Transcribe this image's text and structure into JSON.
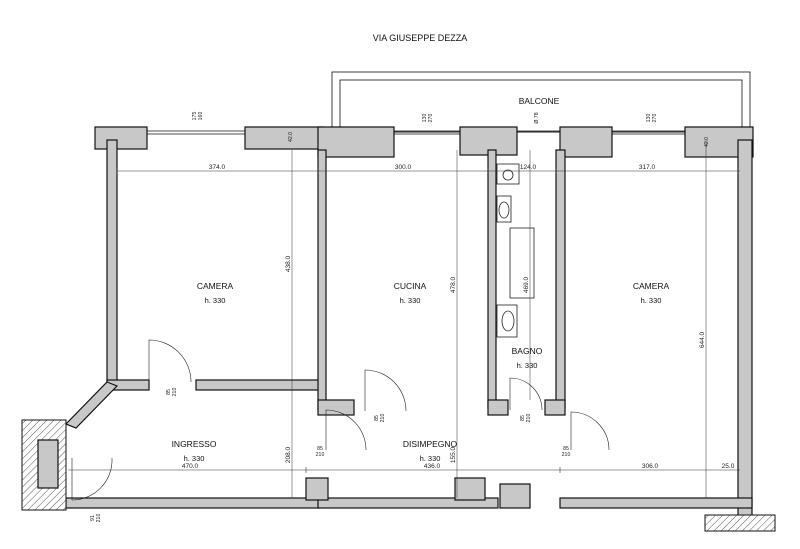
{
  "street": "VIA GIUSEPPE DEZZA",
  "balcony": "BALCONE",
  "rooms": [
    {
      "name": "CAMERA",
      "height": "h. 330"
    },
    {
      "name": "CUCINA",
      "height": "h. 330"
    },
    {
      "name": "CAMERA",
      "height": "h. 330"
    },
    {
      "name": "BAGNO",
      "height": "h. 330"
    },
    {
      "name": "INGRESSO",
      "height": "h. 330"
    },
    {
      "name": "DISIMPEGNO",
      "height": "h. 330"
    }
  ],
  "dimensions": {
    "w374": "374.0",
    "w300": "300.0",
    "w124": "124.0",
    "w317": "317.0",
    "w470": "470.0",
    "w436": "436.0",
    "w306": "306.0",
    "w25": "25.0",
    "h438": "438.0",
    "h478": "478.0",
    "h469": "469.0",
    "h644": "644.0",
    "h208": "208.0",
    "h155": "155.0",
    "wall42a": "42.0",
    "wall42b": "42.0"
  },
  "openings": {
    "win1_top": "175",
    "win1_bot": "160",
    "win2_top": "130",
    "win2_bot": "270",
    "door_balcony": "Ø 78",
    "win3_top": "130",
    "win3_bot": "270",
    "door_cam1_a": "85",
    "door_cam1_b": "210",
    "door_ing_a": "85",
    "door_ing_b": "210",
    "door_cuc_a": "85",
    "door_cuc_b": "210",
    "door_bag_a": "85",
    "door_bag_b": "210",
    "door_cam2_a": "85",
    "door_cam2_b": "210",
    "door_ent_a": "91",
    "door_ent_b": "210"
  }
}
